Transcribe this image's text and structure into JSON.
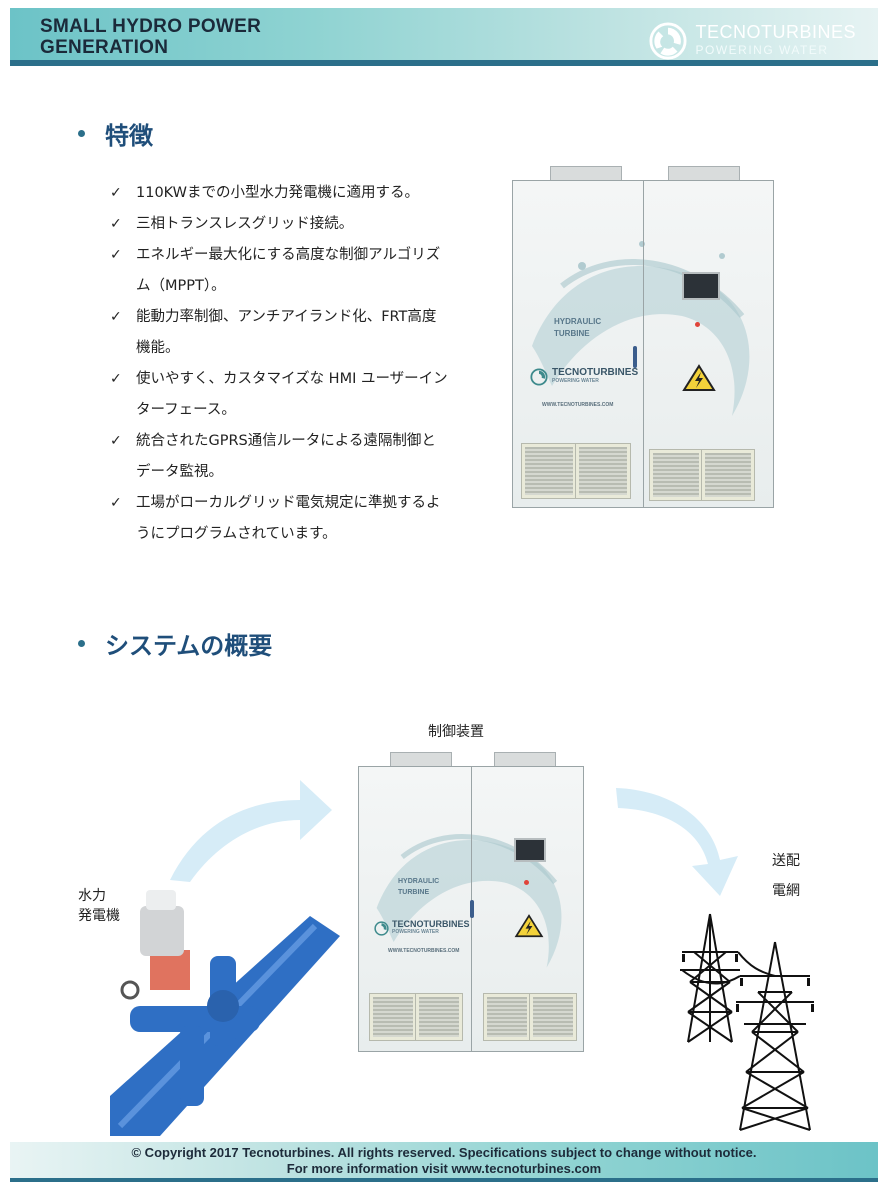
{
  "header": {
    "title": "SMALL HYDRO POWER\nGENERATION",
    "logo_name": "TECNOTURBINES",
    "logo_tagline": "POWERING WATER"
  },
  "features": {
    "heading": "特徴",
    "items": [
      "110KWまでの小型水力発電機に適用する。",
      "三相トランスレスグリッド接続。",
      "エネルギー最大化にする高度な制御アルゴリズム（MPPT）。",
      "能動力率制御、アンチアイランド化、FRT高度機能。",
      "使いやすく、カスタマイズな HMI ユーザーインターフェース。",
      "統合されたGPRS通信ルータによる遠隔制御とデータ監視。",
      "工場がローカルグリッド電気規定に準拠するようにプログラムされています。"
    ]
  },
  "cabinet_print": {
    "line1": "HYDRAULIC",
    "line2": "TURBINE",
    "brand": "TECNOTURBINES",
    "tagline": "POWERING WATER",
    "url": "WWW.TECNOTURBINES.COM"
  },
  "overview": {
    "heading": "システムの概要",
    "controller_label": "制御装置",
    "generator_label": "水力\n発電機",
    "grid_label": "送配\n電網"
  },
  "footer": {
    "line1": "© Copyright 2017 Tecnoturbines. All rights reserved. Specifications subject to change without notice.",
    "line2": "For more information visit www.tecnoturbines.com"
  },
  "colors": {
    "accent": "#2b6f8a",
    "heading": "#1f4e7a",
    "band": "#8fd3d2"
  }
}
